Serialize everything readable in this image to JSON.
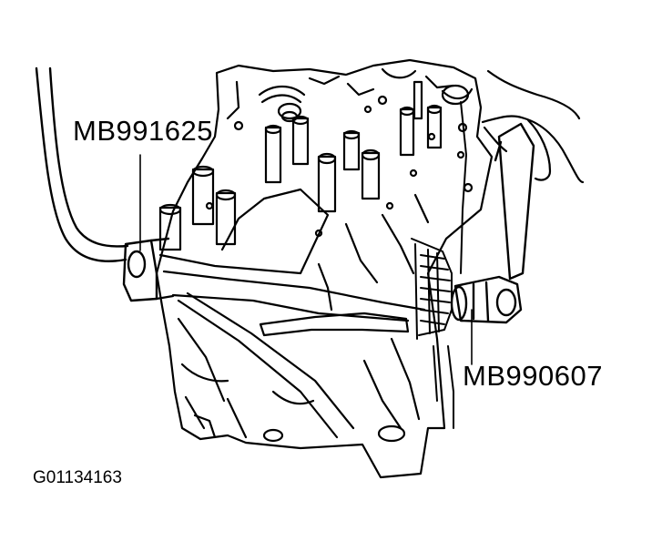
{
  "callouts": {
    "tool_1": "MB991625",
    "tool_2": "MB990607"
  },
  "figure_id": "G01134163"
}
